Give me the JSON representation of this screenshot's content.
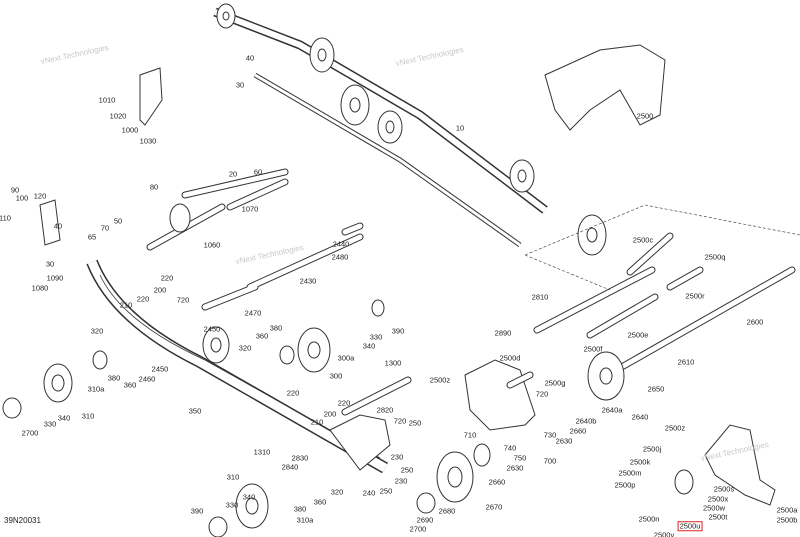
{
  "diagram": {
    "drawing_code": "39N20031",
    "watermark": "vNext Technologies",
    "highlight_color": "#dd2222",
    "selected_part": "2500u",
    "part_labels": [
      "30",
      "40",
      "20",
      "10",
      "2500",
      "1010",
      "1020",
      "1000",
      "1030",
      "80",
      "60",
      "1070",
      "90",
      "100",
      "120",
      "110",
      "40",
      "30",
      "50",
      "70",
      "65",
      "1060",
      "220",
      "200",
      "210",
      "220",
      "1090",
      "1080",
      "720",
      "2470",
      "2450",
      "2440",
      "2480",
      "2430",
      "320",
      "380",
      "360",
      "320",
      "2450",
      "2460",
      "380",
      "360",
      "310a",
      "310",
      "340",
      "330",
      "2700",
      "350",
      "330",
      "390",
      "340",
      "300a",
      "300",
      "1300",
      "220",
      "220",
      "200",
      "210",
      "2500z",
      "2820",
      "720",
      "250",
      "710",
      "230",
      "1310",
      "2830",
      "2840",
      "250",
      "230",
      "250",
      "240",
      "320",
      "360",
      "380",
      "310a",
      "310",
      "340",
      "330",
      "390",
      "2680",
      "2690",
      "2700",
      "2670",
      "2500c",
      "2500q",
      "2500r",
      "2810",
      "2600",
      "2500e",
      "2890",
      "2500f",
      "2500d",
      "2610",
      "2500g",
      "2650",
      "720",
      "2640a",
      "2640b",
      "2640",
      "2660",
      "2630",
      "730",
      "740",
      "750",
      "700",
      "2630",
      "2660",
      "2500z",
      "2500j",
      "2500k",
      "2500m",
      "2500p",
      "2500s",
      "2500x",
      "2500w",
      "2500t",
      "2500n",
      "2500u",
      "2500v",
      "2500a",
      "2500b"
    ]
  }
}
